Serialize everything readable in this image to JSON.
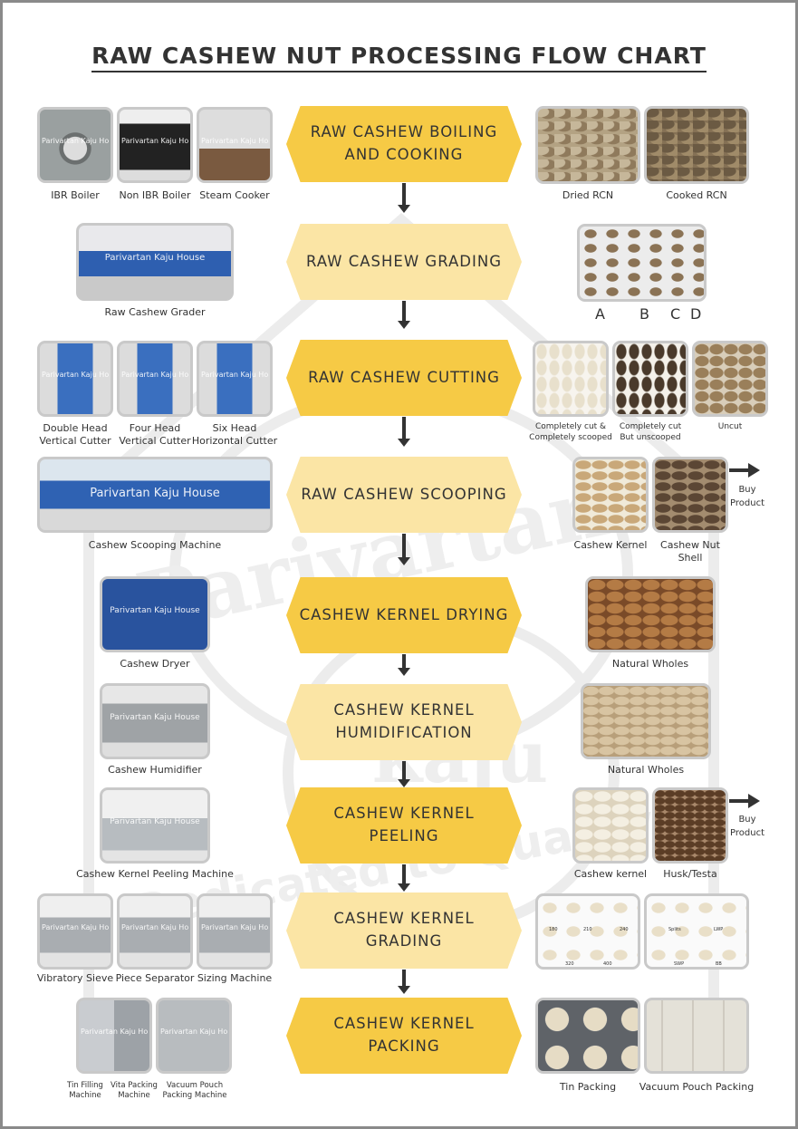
{
  "title": "RAW CASHEW NUT PROCESSING FLOW CHART",
  "watermark": {
    "brand": "Parivartan",
    "sub": "kaju",
    "tagline": "Dedicated to Quality",
    "image_text": "Parivartan Kaju House"
  },
  "steps": [
    "RAW CASHEW BOILING AND COOKING",
    "RAW CASHEW GRADING",
    "RAW CASHEW CUTTING",
    "RAW CASHEW SCOOPING",
    "CASHEW KERNEL DRYING",
    "CASHEW KERNEL HUMIDIFICATION",
    "CASHEW KERNEL PEELING",
    "CASHEW KERNEL GRADING",
    "CASHEW KERNEL PACKING"
  ],
  "machines": {
    "boiling": [
      "IBR Boiler",
      "Non IBR Boiler",
      "Steam Cooker"
    ],
    "grading": [
      "Raw Cashew Grader"
    ],
    "cutting": [
      "Double Head\nVertical Cutter",
      "Four Head\nVertical Cutter",
      "Six Head\nHorizontal Cutter"
    ],
    "scooping": [
      "Cashew Scooping Machine"
    ],
    "drying": [
      "Cashew Dryer"
    ],
    "humidification": [
      "Cashew Humidifier"
    ],
    "peeling": [
      "Cashew Kernel Peeling Machine"
    ],
    "kernel_grading": [
      "Vibratory Sieve",
      "Piece Separator",
      "Sizing Machine"
    ],
    "packing": [
      "Tin Filling\nMachine",
      "Vita Packing\nMachine",
      "Vacuum Pouch\nPacking Machine"
    ]
  },
  "products": {
    "boiling": [
      "Dried RCN",
      "Cooked RCN"
    ],
    "grading_letters": [
      "A",
      "B",
      "C",
      "D"
    ],
    "cutting": [
      "Completely cut &\nCompletely scooped",
      "Completely cut\nBut unscooped",
      "Uncut"
    ],
    "scooping": [
      "Cashew Kernel",
      "Cashew Nut\nShell"
    ],
    "drying": [
      "Natural Wholes"
    ],
    "humidification": [
      "Natural Wholes"
    ],
    "peeling": [
      "Cashew kernel",
      "Husk/Testa"
    ],
    "packing": [
      "Tin Packing",
      "Vacuum Pouch Packing"
    ]
  },
  "grade_sizes": {
    "wholes": [
      "180",
      "210",
      "240",
      "320",
      "400"
    ],
    "pieces": [
      "Splits",
      "LWP",
      "SWP",
      "BB"
    ]
  },
  "buy_product": "Buy\nProduct"
}
